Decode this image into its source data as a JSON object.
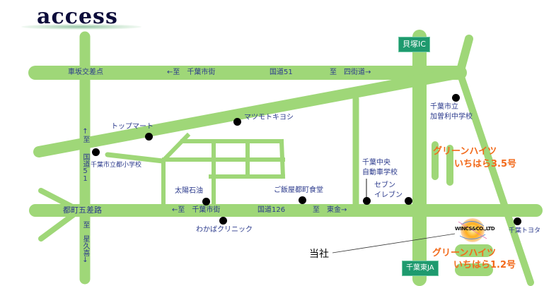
{
  "header": {
    "title": "access"
  },
  "colors": {
    "road": "#9fd778",
    "label": "#2b3a8c",
    "sign_bg": "#1e9a6e",
    "highlight": "#f26a1b"
  },
  "road_labels": {
    "kurumazaka": "車坂交差点",
    "route51_west": "←至　千葉市街",
    "route51": "国道51",
    "route51_east": "至　四街道→",
    "route126_west": "←至　千葉市街",
    "route126": "国道126",
    "route126_east": "至　東金→",
    "tomachi_gosaro": "都町五差路",
    "north_up": "↑至",
    "north_route": "国道51",
    "south": "至　星久喜↓"
  },
  "signs": {
    "kaizuka_ic": "貝塚IC",
    "chiba_higashi_ja": "千葉東JA"
  },
  "landmarks": [
    {
      "id": "top-mart",
      "label": "トップマート"
    },
    {
      "id": "matsumoto-kiyoshi",
      "label": "マツモトキヨシ"
    },
    {
      "id": "tomachi-elementary",
      "label": "千葉市立都小学校"
    },
    {
      "id": "kasori-junior-high",
      "label_line1": "千葉市立",
      "label_line2": "加曽利中学校"
    },
    {
      "id": "taiyo-sekiyu",
      "label": "太陽石油"
    },
    {
      "id": "gohanya",
      "label": "ご飯屋都町食堂"
    },
    {
      "id": "wakaba-clinic",
      "label": "わかばクリニック"
    },
    {
      "id": "driving-school",
      "label_line1": "千葉中央",
      "label_line2": "自動車学校"
    },
    {
      "id": "seven-eleven",
      "label_line1": "セブン",
      "label_line2": "イレブン"
    },
    {
      "id": "chiba-toyota",
      "label": "千葉トヨタ"
    }
  ],
  "properties": [
    {
      "id": "green-heights-35",
      "line1": "グリーンハイツ",
      "line2": "いちはら3.5号"
    },
    {
      "id": "green-heights-12",
      "line1": "グリーンハイツ",
      "line2": "いちはら1.2号"
    }
  ],
  "office": {
    "label": "当社",
    "logo_text": "WINCS&CO.,LTD"
  }
}
